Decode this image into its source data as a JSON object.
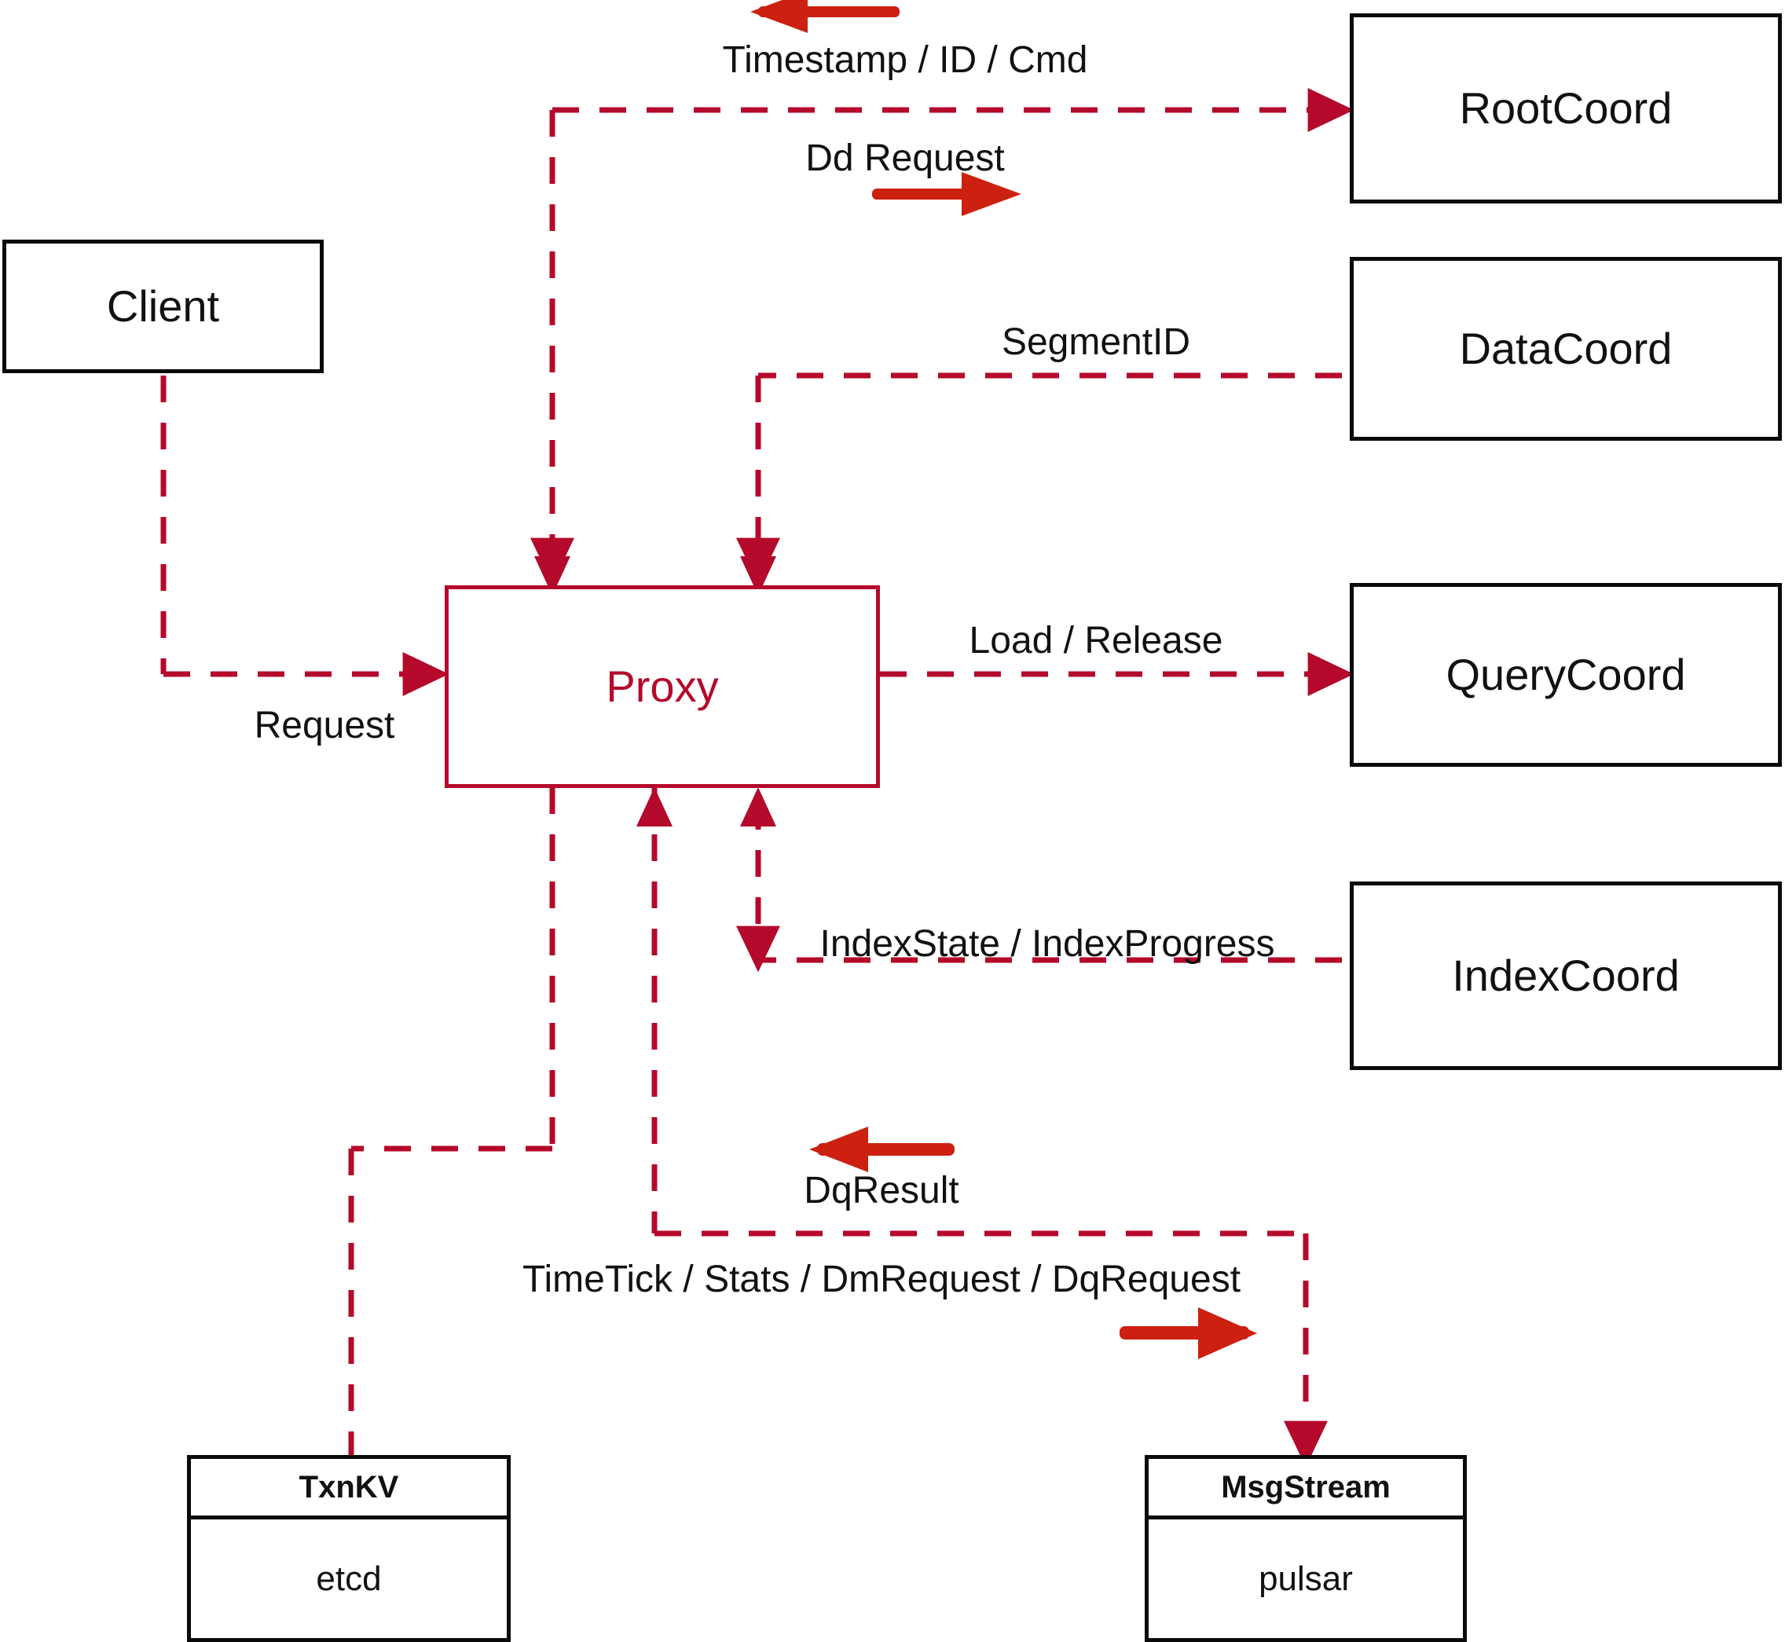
{
  "diagram": {
    "title": "Milvus Proxy interaction diagram",
    "colors": {
      "wire": "#B5092B",
      "arrow_solid": "#CC2010",
      "box_border": "#0A0A0A",
      "proxy_border": "#B5092B",
      "proxy_text": "#B5092B",
      "text": "#111111",
      "background": "#FFFFFF"
    }
  },
  "nodes": {
    "client": {
      "label": "Client"
    },
    "proxy": {
      "label": "Proxy"
    },
    "root_coord": {
      "label": "RootCoord"
    },
    "data_coord": {
      "label": "DataCoord"
    },
    "query_coord": {
      "label": "QueryCoord"
    },
    "index_coord": {
      "label": "IndexCoord"
    },
    "txnkv": {
      "header": "TxnKV",
      "body": "etcd"
    },
    "msgstream": {
      "header": "MsgStream",
      "body": "pulsar"
    }
  },
  "edge_labels": {
    "timestamp_id_cmd": "Timestamp / ID / Cmd",
    "dd_request": "Dd Request",
    "segment_id": "SegmentID",
    "request": "Request",
    "load_release": "Load / Release",
    "index_state_progress": "IndexState / IndexProgress",
    "dq_result": "DqResult",
    "timetick_stats": "TimeTick / Stats / DmRequest / DqRequest"
  },
  "edges": [
    {
      "from": "proxy",
      "to": "root_coord",
      "label": "Timestamp / ID / Cmd",
      "direction": "bidirectional"
    },
    {
      "from": "proxy",
      "to": "root_coord",
      "label": "Dd Request",
      "direction": "to"
    },
    {
      "from": "data_coord",
      "to": "proxy",
      "label": "SegmentID",
      "direction": "to"
    },
    {
      "from": "client",
      "to": "proxy",
      "label": "Request",
      "direction": "to"
    },
    {
      "from": "proxy",
      "to": "query_coord",
      "label": "Load / Release",
      "direction": "to"
    },
    {
      "from": "index_coord",
      "to": "proxy",
      "label": "IndexState / IndexProgress",
      "direction": "to"
    },
    {
      "from": "msgstream",
      "to": "proxy",
      "label": "DqResult",
      "direction": "to"
    },
    {
      "from": "proxy",
      "to": "msgstream",
      "label": "TimeTick / Stats / DmRequest / DqRequest",
      "direction": "to"
    },
    {
      "from": "proxy",
      "to": "txnkv",
      "label": "",
      "direction": "to"
    }
  ]
}
